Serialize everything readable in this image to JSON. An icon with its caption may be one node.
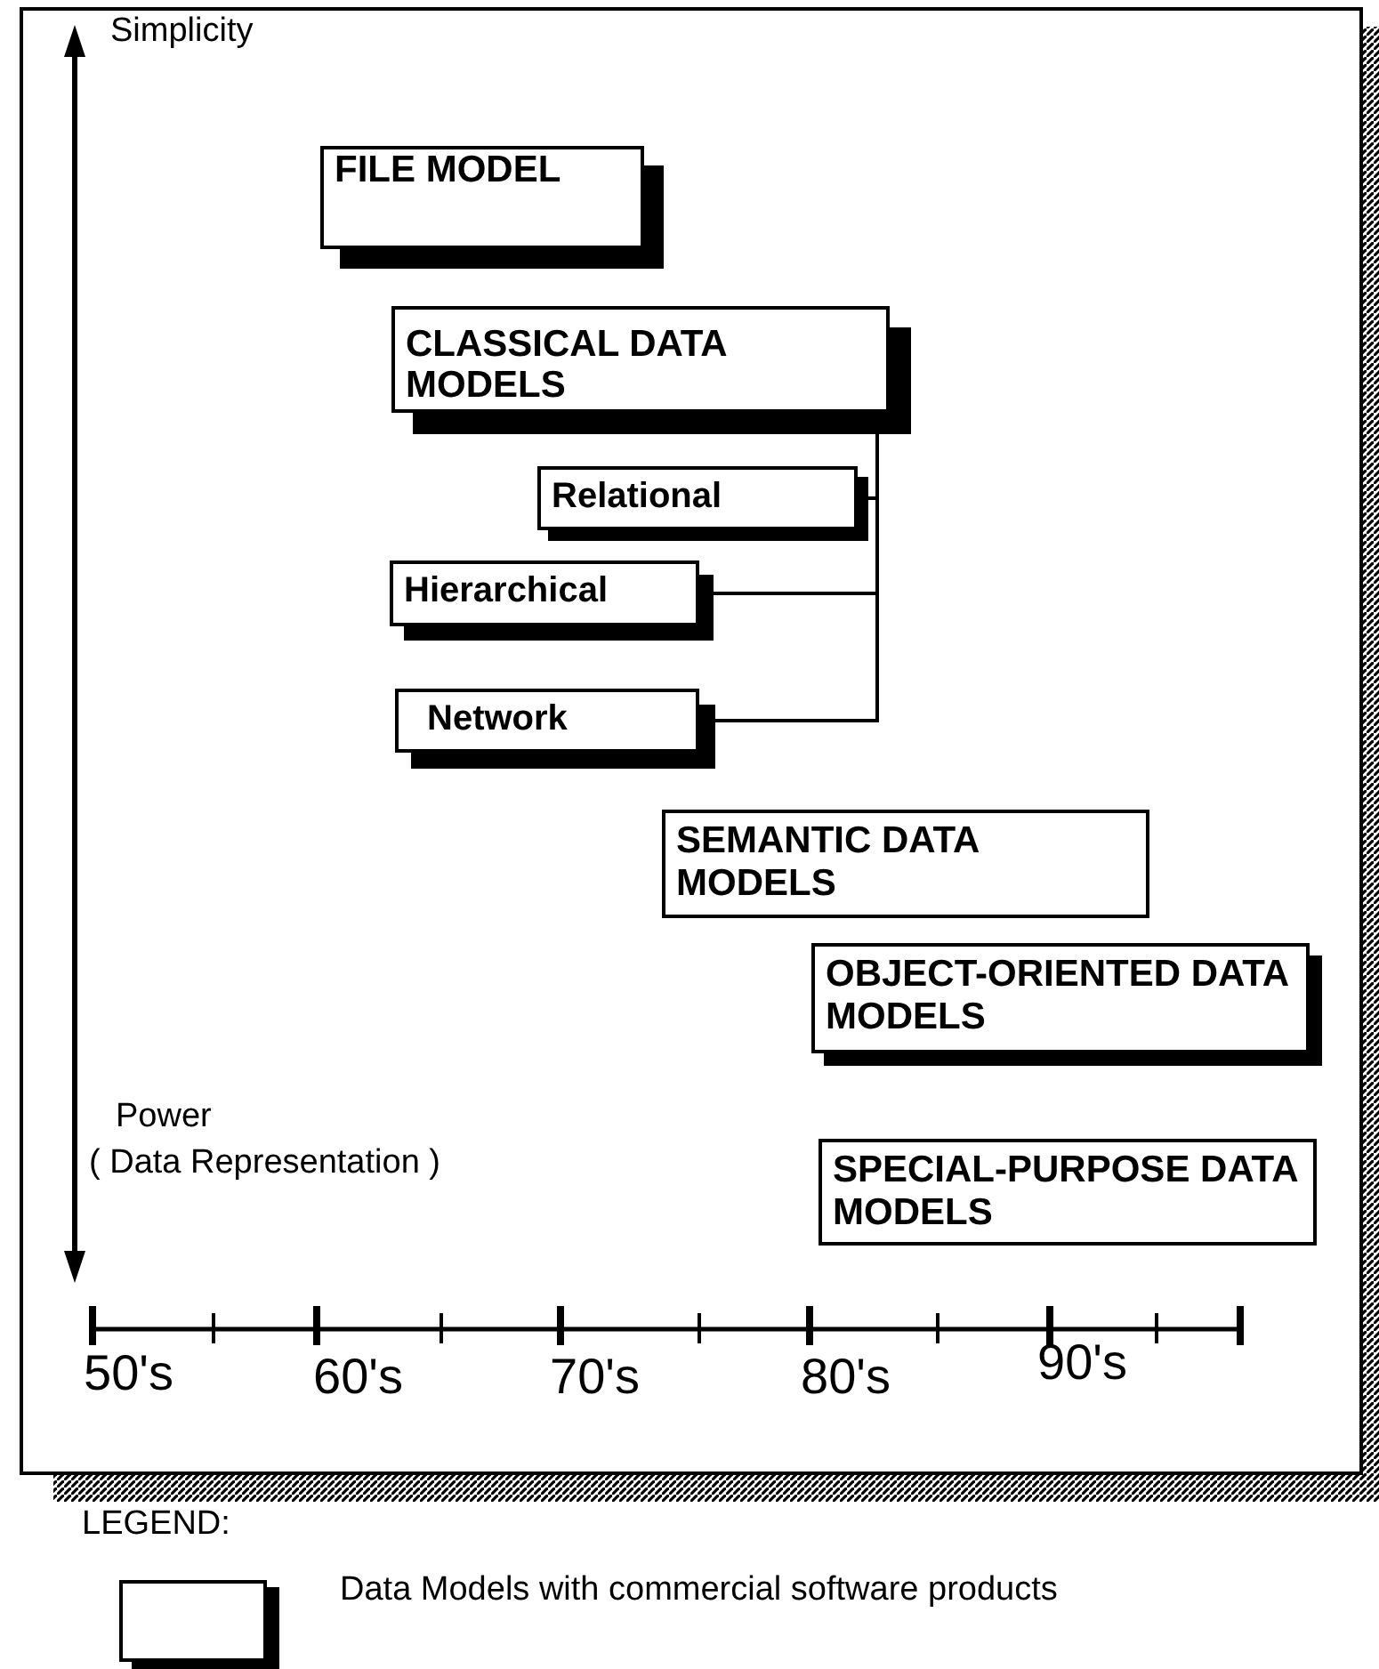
{
  "diagram": {
    "nodes": [
      {
        "text": [
          "FILE MODEL"
        ]
      },
      {
        "text": [
          "CLASSICAL DATA MODELS"
        ]
      },
      {
        "text": [
          "Relational"
        ]
      },
      {
        "text": [
          "Hierarchical"
        ]
      },
      {
        "text": [
          "Network"
        ]
      },
      {
        "text": [
          "SEMANTIC DATA MODELS"
        ]
      },
      {
        "text": [
          "OBJECT-ORIENTED DATA MODELS"
        ]
      },
      {
        "text": [
          "SPECIAL-PURPOSE DATA MODELS"
        ]
      }
    ],
    "edges": [
      {
        "from": 2,
        "to": 1,
        "arrow": "none"
      },
      {
        "from": 3,
        "to": 1,
        "arrow": "none"
      },
      {
        "from": 4,
        "to": 1,
        "arrow": "none"
      }
    ],
    "labels": [
      "Simplicity",
      "Power",
      "( Data Representation )",
      "50's",
      "60's",
      "70's",
      "80's",
      "90's",
      "LEGEND:"
    ],
    "legend": [
      {
        "text": "Data Models with commercial software products"
      }
    ]
  }
}
